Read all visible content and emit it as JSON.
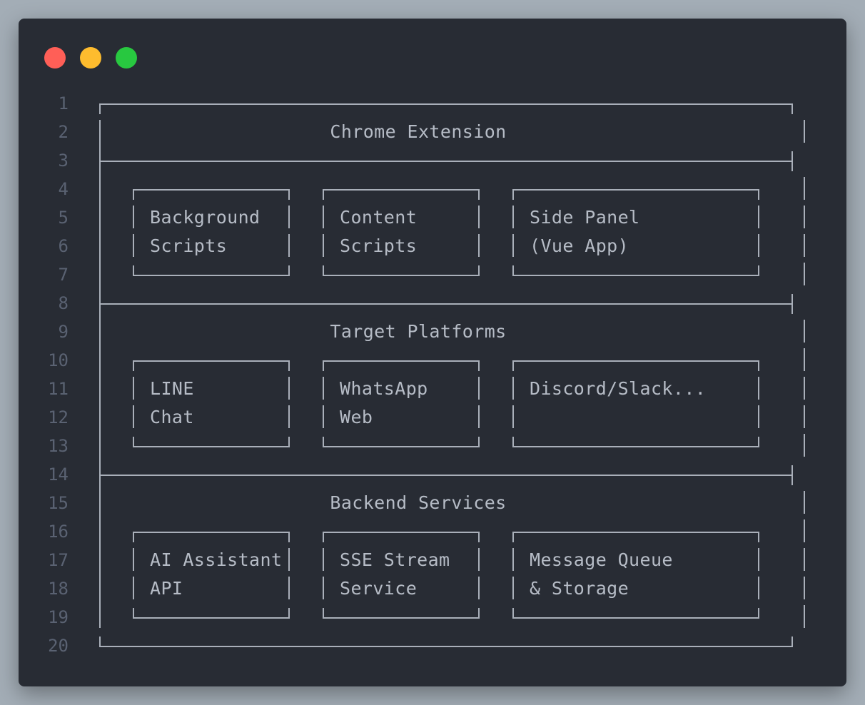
{
  "window": {
    "controls": [
      "close",
      "minimize",
      "maximize"
    ],
    "colors": {
      "close": "#ff5f57",
      "minimize": "#febc2e",
      "maximize": "#28c840",
      "background": "#282c34",
      "text": "#b6bcc6",
      "line_number": "#5a6272"
    }
  },
  "line_numbers": [
    "1",
    "2",
    "3",
    "4",
    "5",
    "6",
    "7",
    "8",
    "9",
    "10",
    "11",
    "12",
    "13",
    "14",
    "15",
    "16",
    "17",
    "18",
    "19",
    "20"
  ],
  "sections": [
    {
      "title": "Chrome Extension",
      "boxes": [
        {
          "line1": "Background",
          "line2": "Scripts"
        },
        {
          "line1": "Content",
          "line2": "Scripts"
        },
        {
          "line1": "Side Panel",
          "line2": "(Vue App)"
        }
      ]
    },
    {
      "title": "Target Platforms",
      "boxes": [
        {
          "line1": "LINE",
          "line2": "Chat"
        },
        {
          "line1": "WhatsApp",
          "line2": "Web"
        },
        {
          "line1": "Discord/Slack...",
          "line2": ""
        }
      ]
    },
    {
      "title": "Backend Services",
      "boxes": [
        {
          "line1": "AI Assistant",
          "line2": "API"
        },
        {
          "line1": "SSE Stream",
          "line2": "Service"
        },
        {
          "line1": "Message Queue",
          "line2": "& Storage"
        }
      ]
    }
  ]
}
